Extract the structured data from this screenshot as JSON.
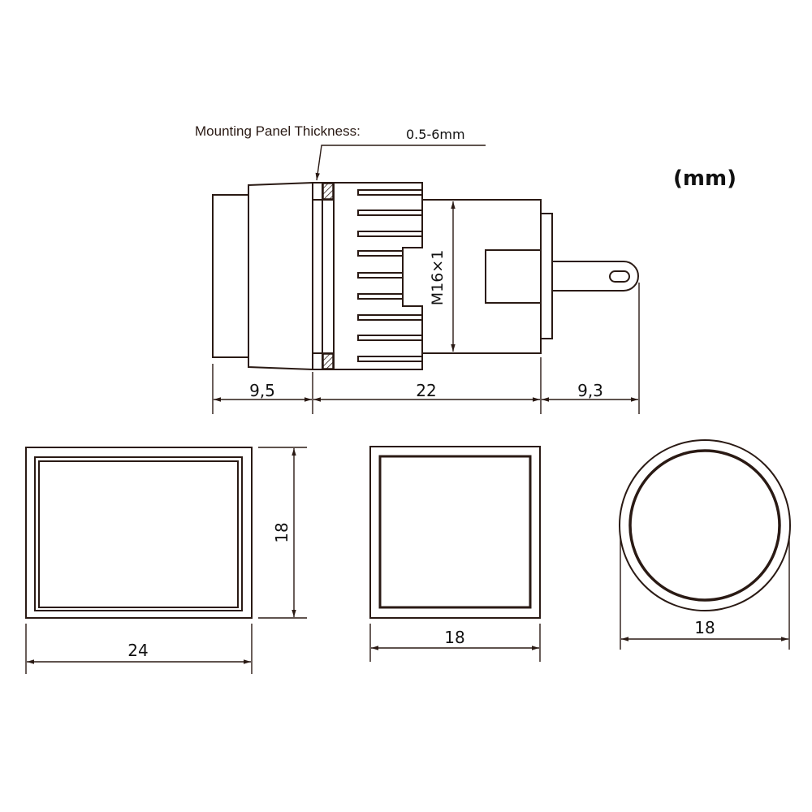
{
  "units_label": "(mm)",
  "leader": {
    "label": "Mounting Panel Thickness:",
    "value": "0.5-6mm"
  },
  "side_view": {
    "thread_label": "M16×1",
    "dims": [
      "9,5",
      "22",
      "9,3"
    ]
  },
  "front_views": [
    {
      "shape": "rectangle",
      "width_label": "24",
      "height_label": "18"
    },
    {
      "shape": "square",
      "width_label": "18"
    },
    {
      "shape": "round",
      "width_label": "18"
    }
  ]
}
